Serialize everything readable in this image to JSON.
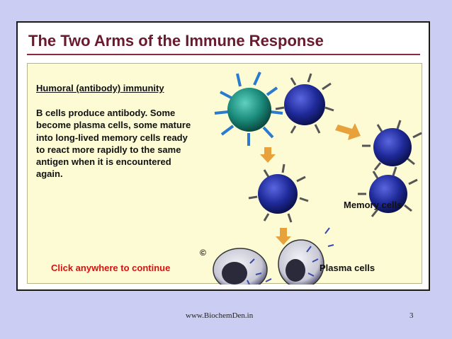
{
  "slide": {
    "title": "The Two Arms of the Immune Response",
    "subheading": "Humoral (antibody) immunity",
    "body": "B cells produce antibody. Some become plasma cells, some mature into long-lived memory cells ready to react more rapidly to the same antigen when it is encountered again.",
    "continue_label": "Click anywhere to continue",
    "memory_cells_label": "Memory cells",
    "plasma_cells_label": "Plasma cells",
    "copyright_symbol": "©"
  },
  "footer": {
    "url": "www.BiochemDen.in",
    "page_number": "3"
  },
  "colors": {
    "background": "#cccdf2",
    "title": "#6a1a2e",
    "panel": "#fdfbd3",
    "continue_link": "#d81010",
    "b_cell": "#1f2a9a",
    "antigen": "#1a8a7a",
    "arrow": "#e8a23c"
  }
}
